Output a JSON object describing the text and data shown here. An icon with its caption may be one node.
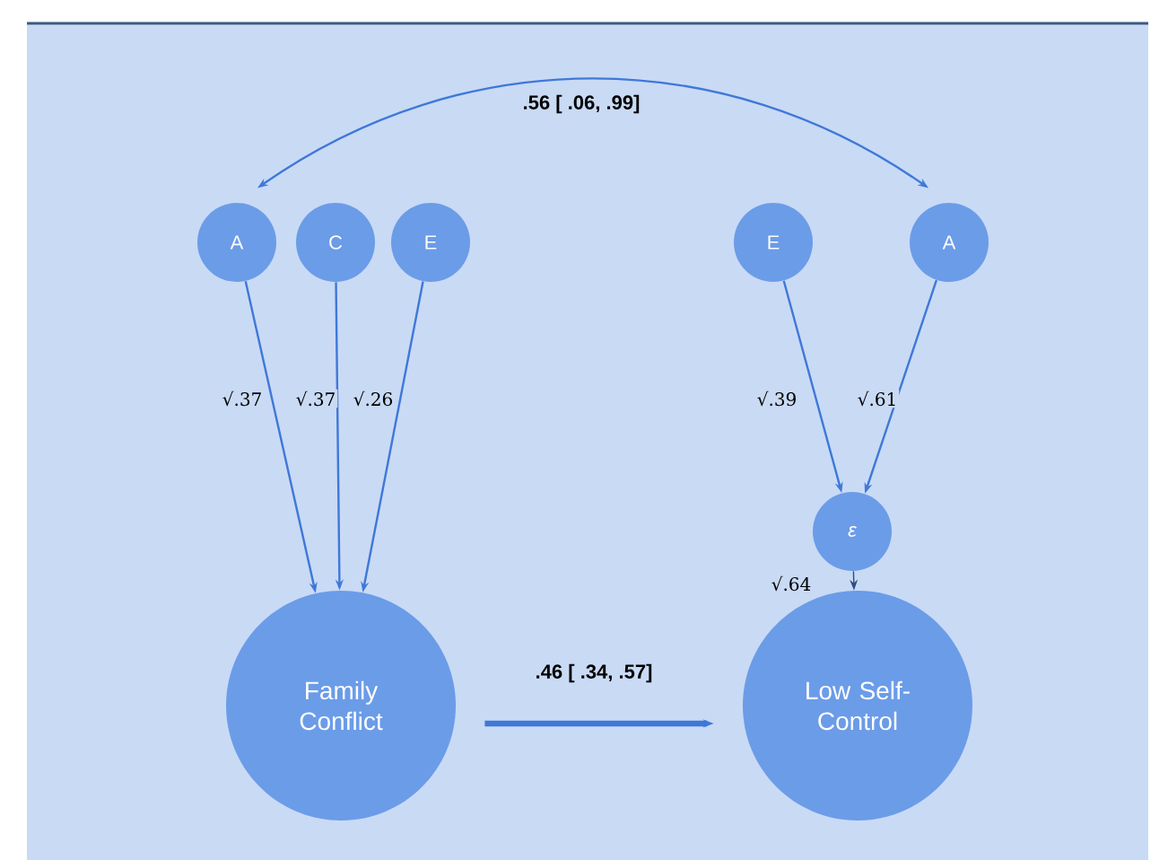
{
  "diagram": {
    "nodes": [
      {
        "text": [
          "A"
        ]
      },
      {
        "text": [
          "C"
        ]
      },
      {
        "text": [
          "E"
        ]
      },
      {
        "text": [
          "E"
        ]
      },
      {
        "text": [
          "A"
        ]
      },
      {
        "text": [
          "ε"
        ]
      },
      {
        "text": [
          "Family Conflict"
        ]
      },
      {
        "text": [
          "Low Self-Control"
        ]
      }
    ],
    "edges": [
      {
        "from": 0,
        "to": 6,
        "arrow": "to",
        "label": "√.37"
      },
      {
        "from": 1,
        "to": 6,
        "arrow": "to",
        "label": "√.37"
      },
      {
        "from": 2,
        "to": 6,
        "arrow": "to",
        "label": "√.26"
      },
      {
        "from": 3,
        "to": 5,
        "arrow": "to",
        "label": "√.39"
      },
      {
        "from": 4,
        "to": 5,
        "arrow": "to",
        "label": "√.61"
      },
      {
        "from": 5,
        "to": 7,
        "arrow": "to",
        "label": "√.64",
        "color": "#2e4f80"
      },
      {
        "from": 6,
        "to": 7,
        "arrow": "to",
        "label": ".46 [ .34, .57]",
        "style": "thick"
      },
      {
        "from": 0,
        "to": 4,
        "arrow": "both",
        "label": ".56 [ .06, .99]"
      }
    ]
  }
}
